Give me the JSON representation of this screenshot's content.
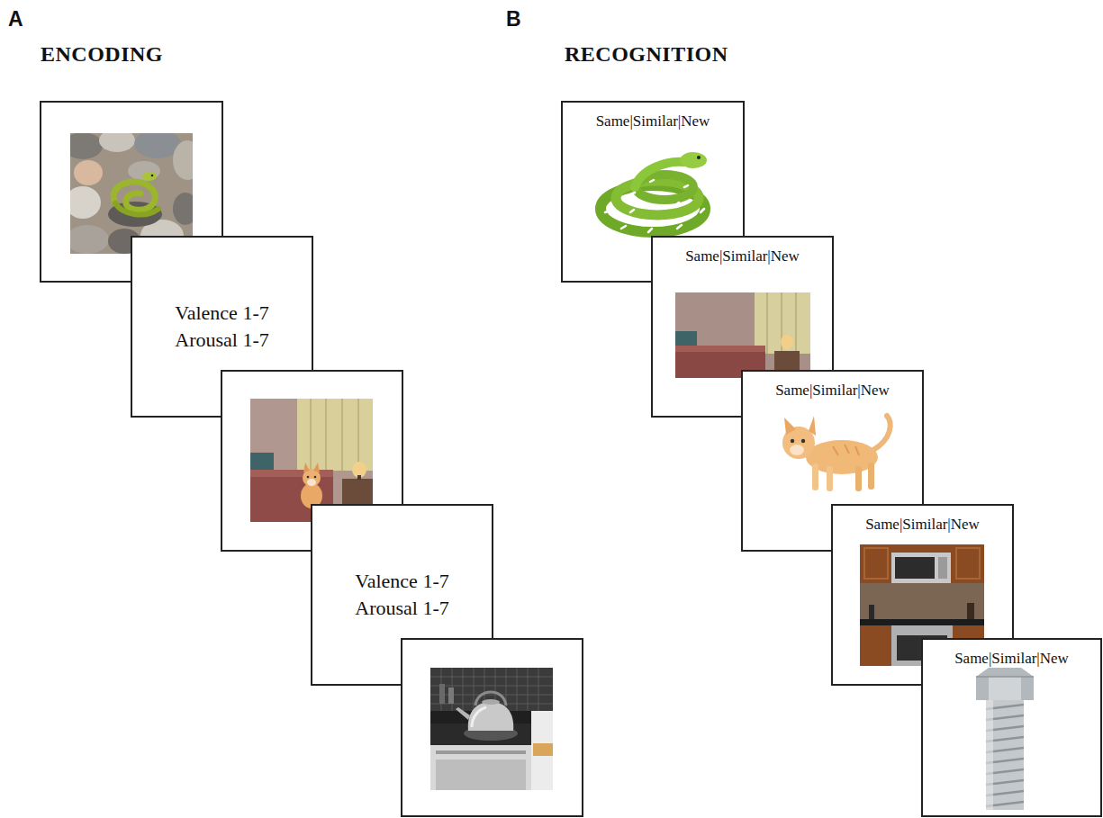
{
  "diagram": {
    "nodes": [
      {
        "text": [
          "Valence 1-7",
          "Arousal 1-7"
        ]
      },
      {
        "text": [
          "Valence 1-7",
          "Arousal 1-7"
        ]
      },
      {
        "text": [
          "Same|Similar|New"
        ]
      },
      {
        "text": [
          "Same|Similar|New"
        ]
      },
      {
        "text": [
          "Same|Similar|New"
        ]
      },
      {
        "text": [
          "Same|Similar|New"
        ]
      },
      {
        "text": [
          "Same|Similar|New"
        ]
      }
    ],
    "labels": [
      "A",
      "ENCODING",
      "B",
      "RECOGNITION"
    ]
  }
}
